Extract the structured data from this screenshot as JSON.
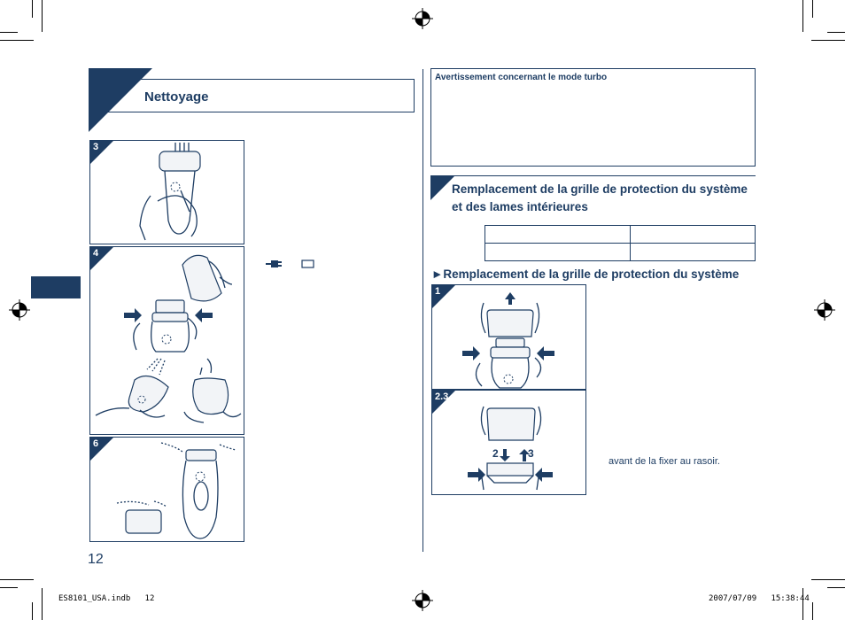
{
  "left": {
    "section_title": "Nettoyage",
    "steps": [
      {
        "number": "3"
      },
      {
        "number": "4"
      },
      {
        "number": "6"
      }
    ],
    "page_number": "12"
  },
  "right": {
    "warning_title": "Avertissement concernant le mode turbo",
    "replacement_title_line1": "Remplacement de la grille de protection du système",
    "replacement_title_line2": "et des lames intérieures",
    "subsection_marker": "►",
    "subsection_title": "Remplacement de la grille de protection du système",
    "steps": [
      {
        "number": "1"
      },
      {
        "number": "2.3"
      }
    ],
    "diagram_label_2": "2",
    "diagram_label_3": "3",
    "step_text": "avant de la fixer au rasoir."
  },
  "footer": {
    "file_name": "ES8101_USA.indb   12",
    "timestamp": "2007/07/09   15:38:44"
  },
  "colors": {
    "accent": "#1e3d63"
  }
}
